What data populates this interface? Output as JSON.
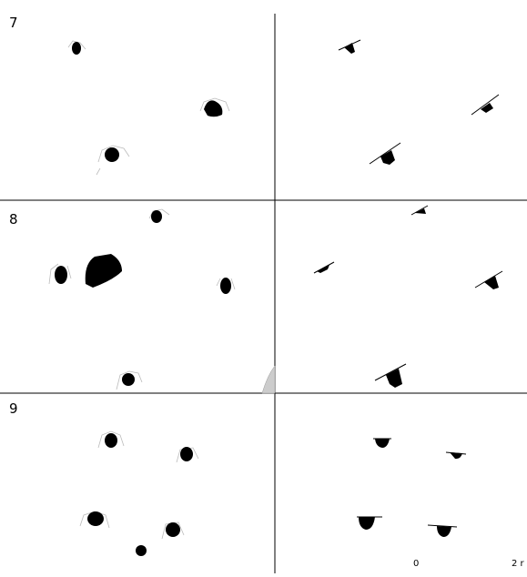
{
  "rows": [
    {
      "label": "7"
    },
    {
      "label": "8"
    },
    {
      "label": "9"
    }
  ],
  "scale": {
    "start": "0",
    "end": "2 r"
  }
}
